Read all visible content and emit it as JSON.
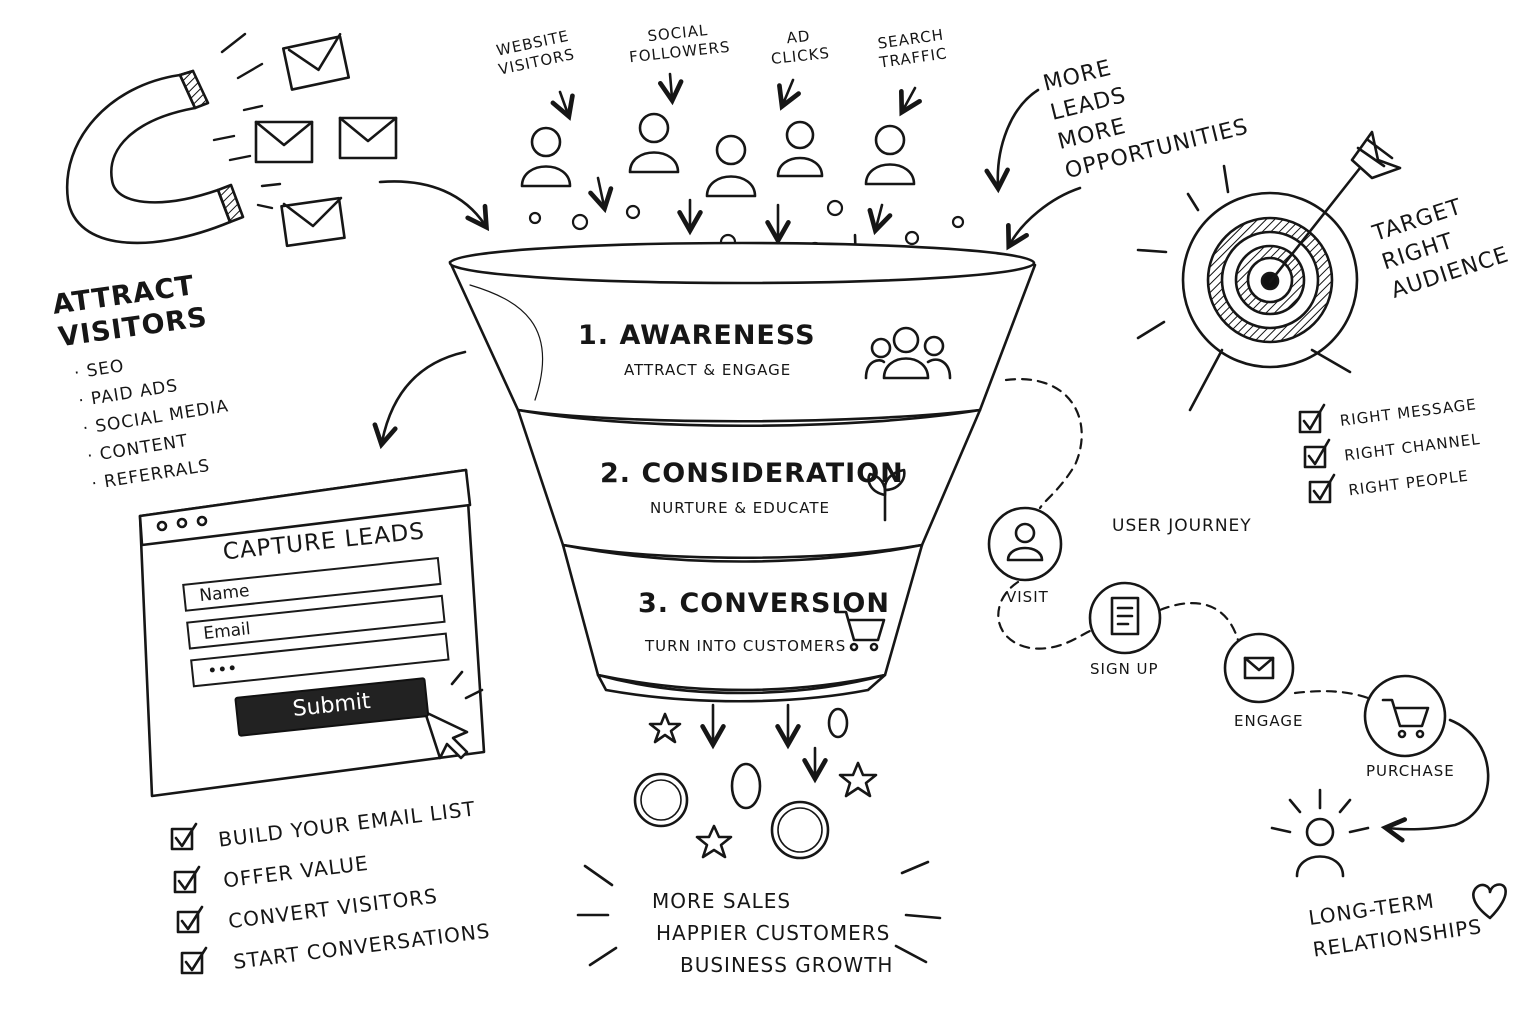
{
  "attract": {
    "title_line1": "Attract",
    "title_line2": "Visitors",
    "items": [
      "SEO",
      "Paid Ads",
      "Social Media",
      "Content",
      "Referrals"
    ]
  },
  "sources": [
    {
      "line1": "Website",
      "line2": "Visitors"
    },
    {
      "line1": "Social",
      "line2": "Followers"
    },
    {
      "line1": "Ad",
      "line2": "Clicks"
    },
    {
      "line1": "Search",
      "line2": "Traffic"
    }
  ],
  "more_leads": [
    "More",
    "Leads",
    "More",
    "Opportunities"
  ],
  "funnel": {
    "stages": [
      {
        "title": "1. Awareness",
        "subtitle": "Attract & Engage"
      },
      {
        "title": "2. Consideration",
        "subtitle": "Nurture & Educate"
      },
      {
        "title": "3. Conversion",
        "subtitle": "Turn into customers"
      }
    ]
  },
  "target": {
    "lines": [
      "Target",
      "Right",
      "Audience"
    ],
    "checklist": [
      "Right Message",
      "Right Channel",
      "Right People"
    ]
  },
  "form": {
    "title": "Capture Leads",
    "name_placeholder": "Name",
    "email_placeholder": "Email",
    "password_placeholder": "•••",
    "submit_label": "Submit"
  },
  "benefits": [
    "Build your email list",
    "Offer value",
    "Convert visitors",
    "Start conversations"
  ],
  "outcomes": [
    "More Sales",
    "Happier Customers",
    "Business Growth"
  ],
  "journey": {
    "title": "User Journey",
    "steps": [
      "Visit",
      "Sign Up",
      "Engage",
      "Purchase"
    ],
    "final_line1": "Long-Term",
    "final_line2": "Relationships"
  },
  "colors": {
    "ink": "#161616",
    "paper": "#ffffff",
    "button": "#222222"
  }
}
